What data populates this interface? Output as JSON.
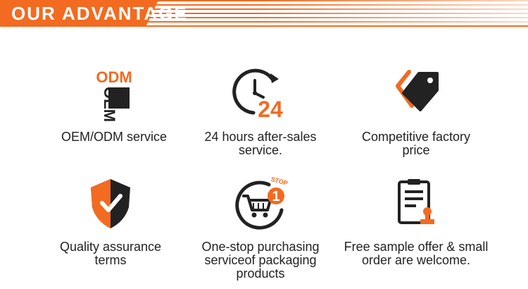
{
  "header": {
    "title": "OUR ADVANTAGE"
  },
  "colors": {
    "accent": "#f26b21",
    "dark": "#222222"
  },
  "features": [
    {
      "icon": "oem-odm-icon",
      "icon_text_top": "ODM",
      "icon_text_side": "OEM",
      "lines": [
        "OEM/ODM service"
      ]
    },
    {
      "icon": "clock-24-icon",
      "icon_text": "24",
      "lines": [
        "24 hours after-sales",
        "service."
      ]
    },
    {
      "icon": "price-tag-icon",
      "lines": [
        "Competitive factory",
        "price"
      ]
    },
    {
      "icon": "shield-check-icon",
      "lines": [
        "Quality assurance",
        "terms"
      ]
    },
    {
      "icon": "one-stop-cart-icon",
      "icon_text_stop": "STOP",
      "icon_text_one": "1",
      "lines": [
        "One-stop purchasing",
        "serviceof packaging",
        "products"
      ]
    },
    {
      "icon": "clipboard-stamp-icon",
      "lines": [
        "Free sample offer & small",
        "order are welcome."
      ]
    }
  ]
}
